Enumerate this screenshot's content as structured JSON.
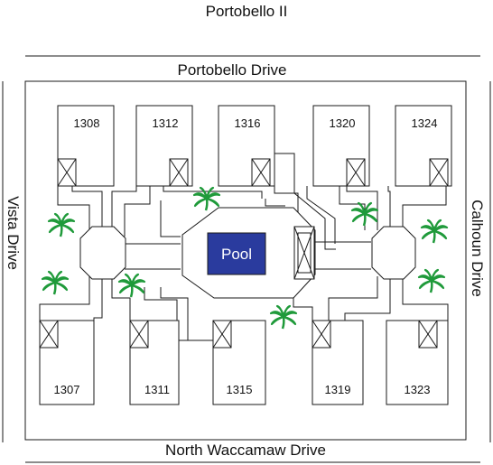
{
  "map": {
    "title": "Portobello II",
    "streets": {
      "top": "Portobello Drive",
      "bottom": "North Waccamaw Drive",
      "left": "Vista Drive",
      "right": "Calhoun Drive"
    },
    "pool": {
      "label": "Pool",
      "color": "#2a3b9e"
    },
    "units_top": [
      "1308",
      "1312",
      "1316",
      "1320",
      "1324"
    ],
    "units_bottom": [
      "1307",
      "1311",
      "1315",
      "1319",
      "1323"
    ],
    "tree_color": "#1f9a3a",
    "tree_icon": "palm-tree-icon"
  }
}
